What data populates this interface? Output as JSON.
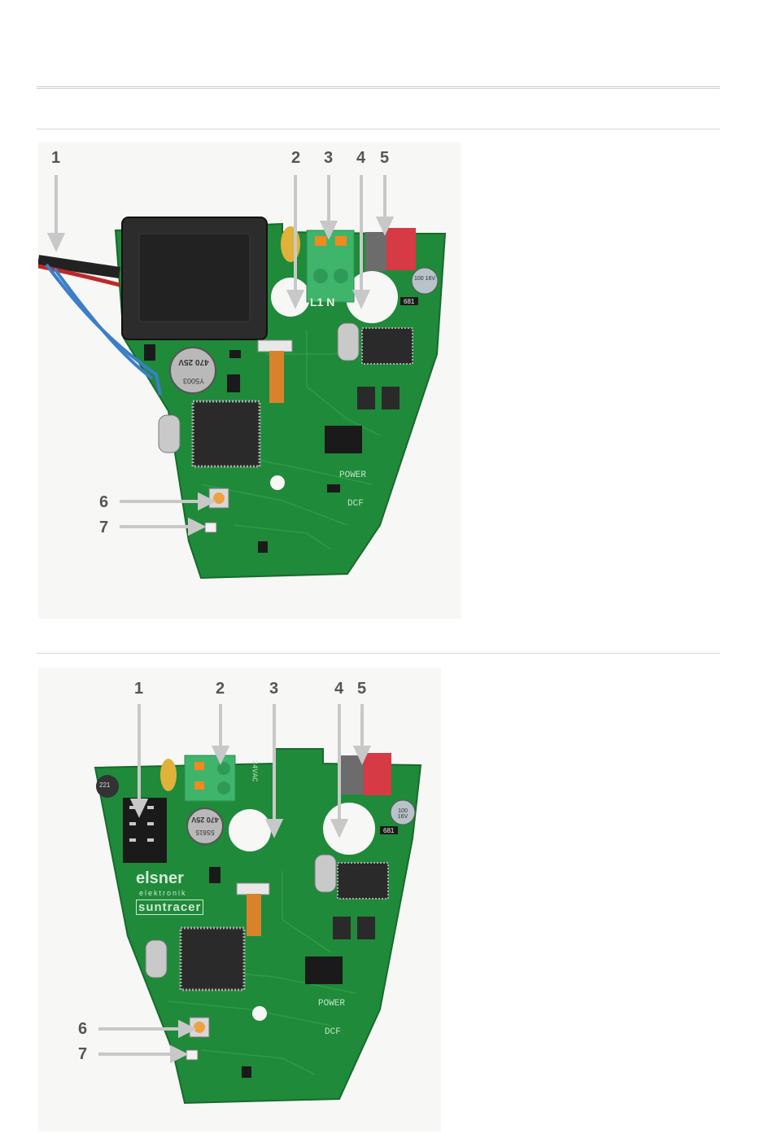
{
  "figures": [
    {
      "callouts": [
        "1",
        "2",
        "3",
        "4",
        "5",
        "6",
        "7"
      ],
      "silkscreen": {
        "terminal_labels": "L1 N",
        "power": "POWER",
        "dcf": "DCF",
        "cap_large": "470 25V",
        "cap_large_code": "Y5003",
        "cap_small": "100 16V",
        "resistor": "681"
      }
    },
    {
      "callouts": [
        "1",
        "2",
        "3",
        "4",
        "5",
        "6",
        "7"
      ],
      "silkscreen": {
        "brand": "elsner",
        "brand_sub": "elektronik",
        "product": "suntracer",
        "power": "POWER",
        "dcf": "DCF",
        "cap_large": "470 25V",
        "cap_large_code": "5S615",
        "cap_small": "100 16V",
        "resistor": "681",
        "inductor": "221",
        "supply_label": "24VAC"
      }
    }
  ],
  "colors": {
    "pcb": "#1f8a3a",
    "pcb_dark": "#166b2c",
    "arrow": "#c8c8c8",
    "callout_text": "#555555",
    "rule": "#d6d6d6"
  }
}
